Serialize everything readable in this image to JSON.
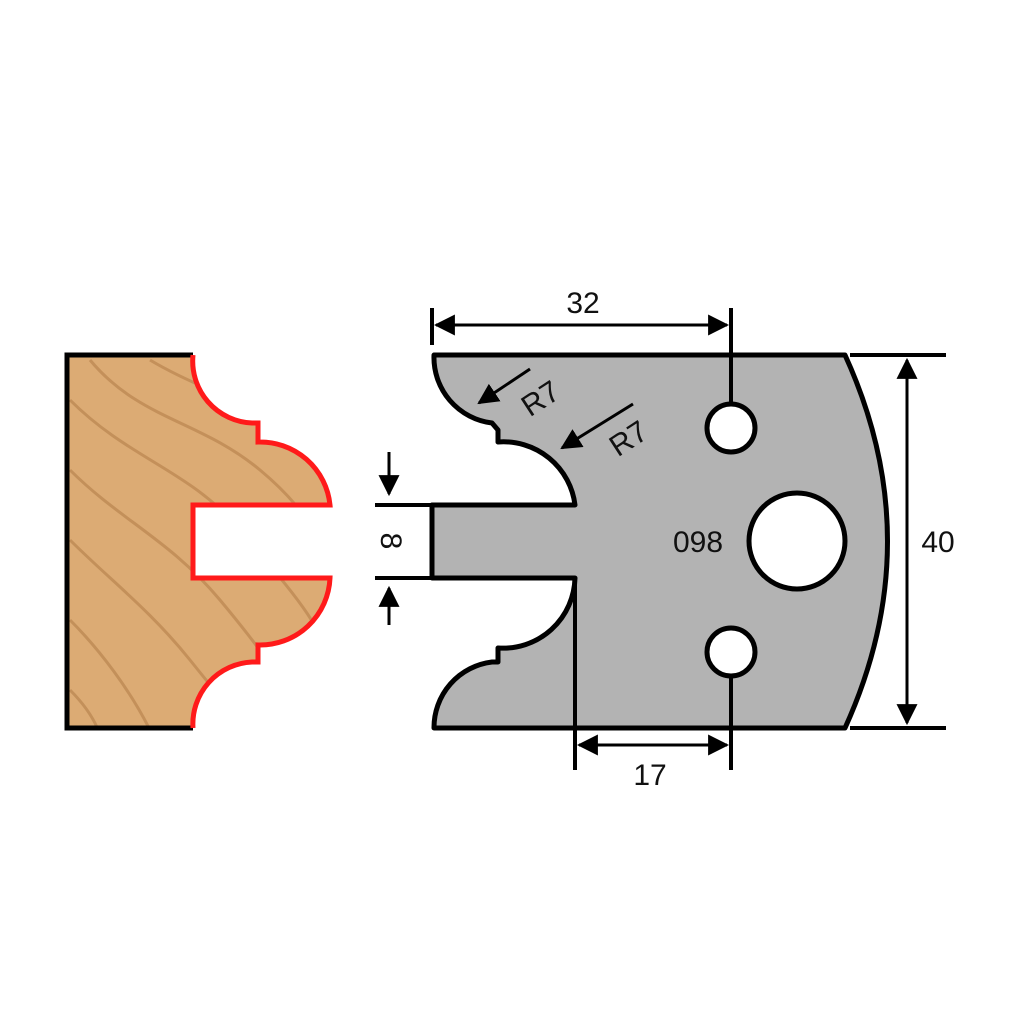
{
  "dimensions": {
    "width_top": "32",
    "radius_1": "R7",
    "radius_2": "R7",
    "slot_height": "8",
    "profile_code": "098",
    "height": "40",
    "offset_bottom": "17"
  },
  "colors": {
    "wood": "#d9a56e",
    "wood_grain": "#b98550",
    "profile_outline": "#ff1a1a",
    "cutter_fill": "#b3b3b3",
    "outline": "#000000"
  }
}
